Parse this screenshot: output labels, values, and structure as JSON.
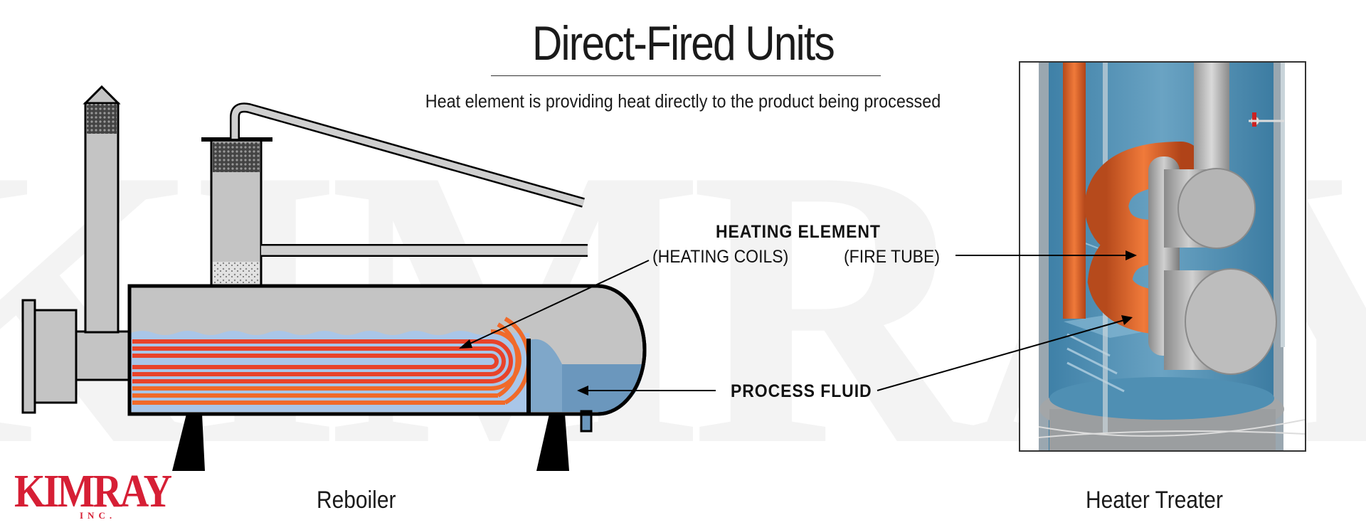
{
  "title": "Direct-Fired Units",
  "subtitle": "Heat element is providing heat directly to the product being processed",
  "labels": {
    "heating_element": "HEATING ELEMENT",
    "heating_coils": "(HEATING COILS)",
    "fire_tube": "(FIRE TUBE)",
    "process_fluid": "PROCESS FLUID"
  },
  "captions": {
    "left": "Reboiler",
    "right": "Heater Treater"
  },
  "logo": {
    "text": "KIMRAY",
    "sub": "INC.",
    "watermark": "KIMRAY"
  },
  "colors": {
    "brand_red": "#d61f35",
    "steel": "#c7c8ca",
    "fluid_blue": "#a9c6e8",
    "coil_red": "#e8432a",
    "fire_tube_orange": "#d8612a"
  }
}
